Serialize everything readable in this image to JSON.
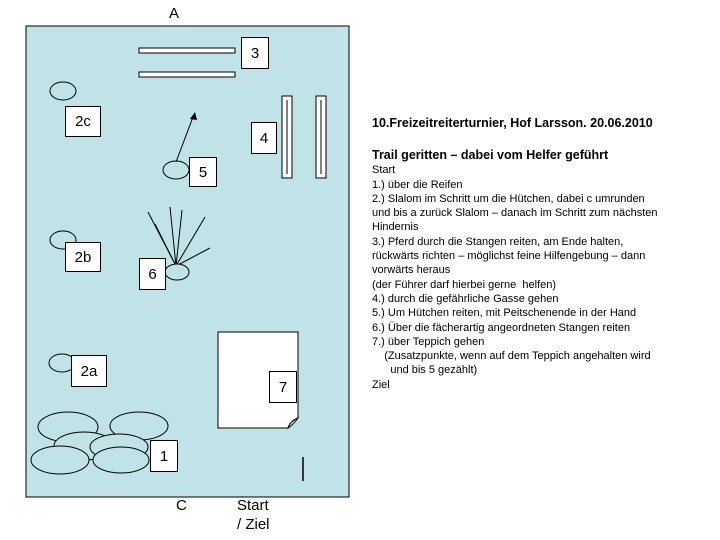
{
  "arena": {
    "fill": "#bfe3e6",
    "label_top": "A",
    "label_bottom": "C",
    "start_label_1": "Start",
    "start_label_2": "/ Ziel"
  },
  "markers": {
    "m1": "1",
    "m2a": "2a",
    "m2b": "2b",
    "m2c": "2c",
    "m3": "3",
    "m4": "4",
    "m5": "5",
    "m6": "6",
    "m7": "7"
  },
  "description": {
    "title": "10.Freizeitreiterturnier, Hof Larsson. 20.06.2010",
    "subtitle": "Trail geritten – dabei vom Helfer geführt",
    "lines": [
      "Start",
      "1.) über die Reifen",
      "2.) Slalom im Schritt um die Hütchen, dabei c umrunden",
      "und bis a zurück Slalom – danach im Schritt zum nächsten",
      "Hindernis",
      "3.) Pferd durch die Stangen reiten, am Ende halten,",
      "rückwärts richten – möglichst feine Hilfengebung – dann",
      "vorwärts heraus",
      "(der Führer darf hierbei gerne  helfen)",
      "4.) durch die gefährliche Gasse gehen",
      "5.) Um Hütchen reiten, mit Peitschenende in der Hand",
      "6.) Über die fächerartig angeordneten Stangen reiten",
      "7.) über Teppich gehen",
      "    (Zusatzpunkte, wenn auf dem Teppich angehalten wird",
      "      und bis 5 gezählt)",
      "Ziel"
    ]
  }
}
